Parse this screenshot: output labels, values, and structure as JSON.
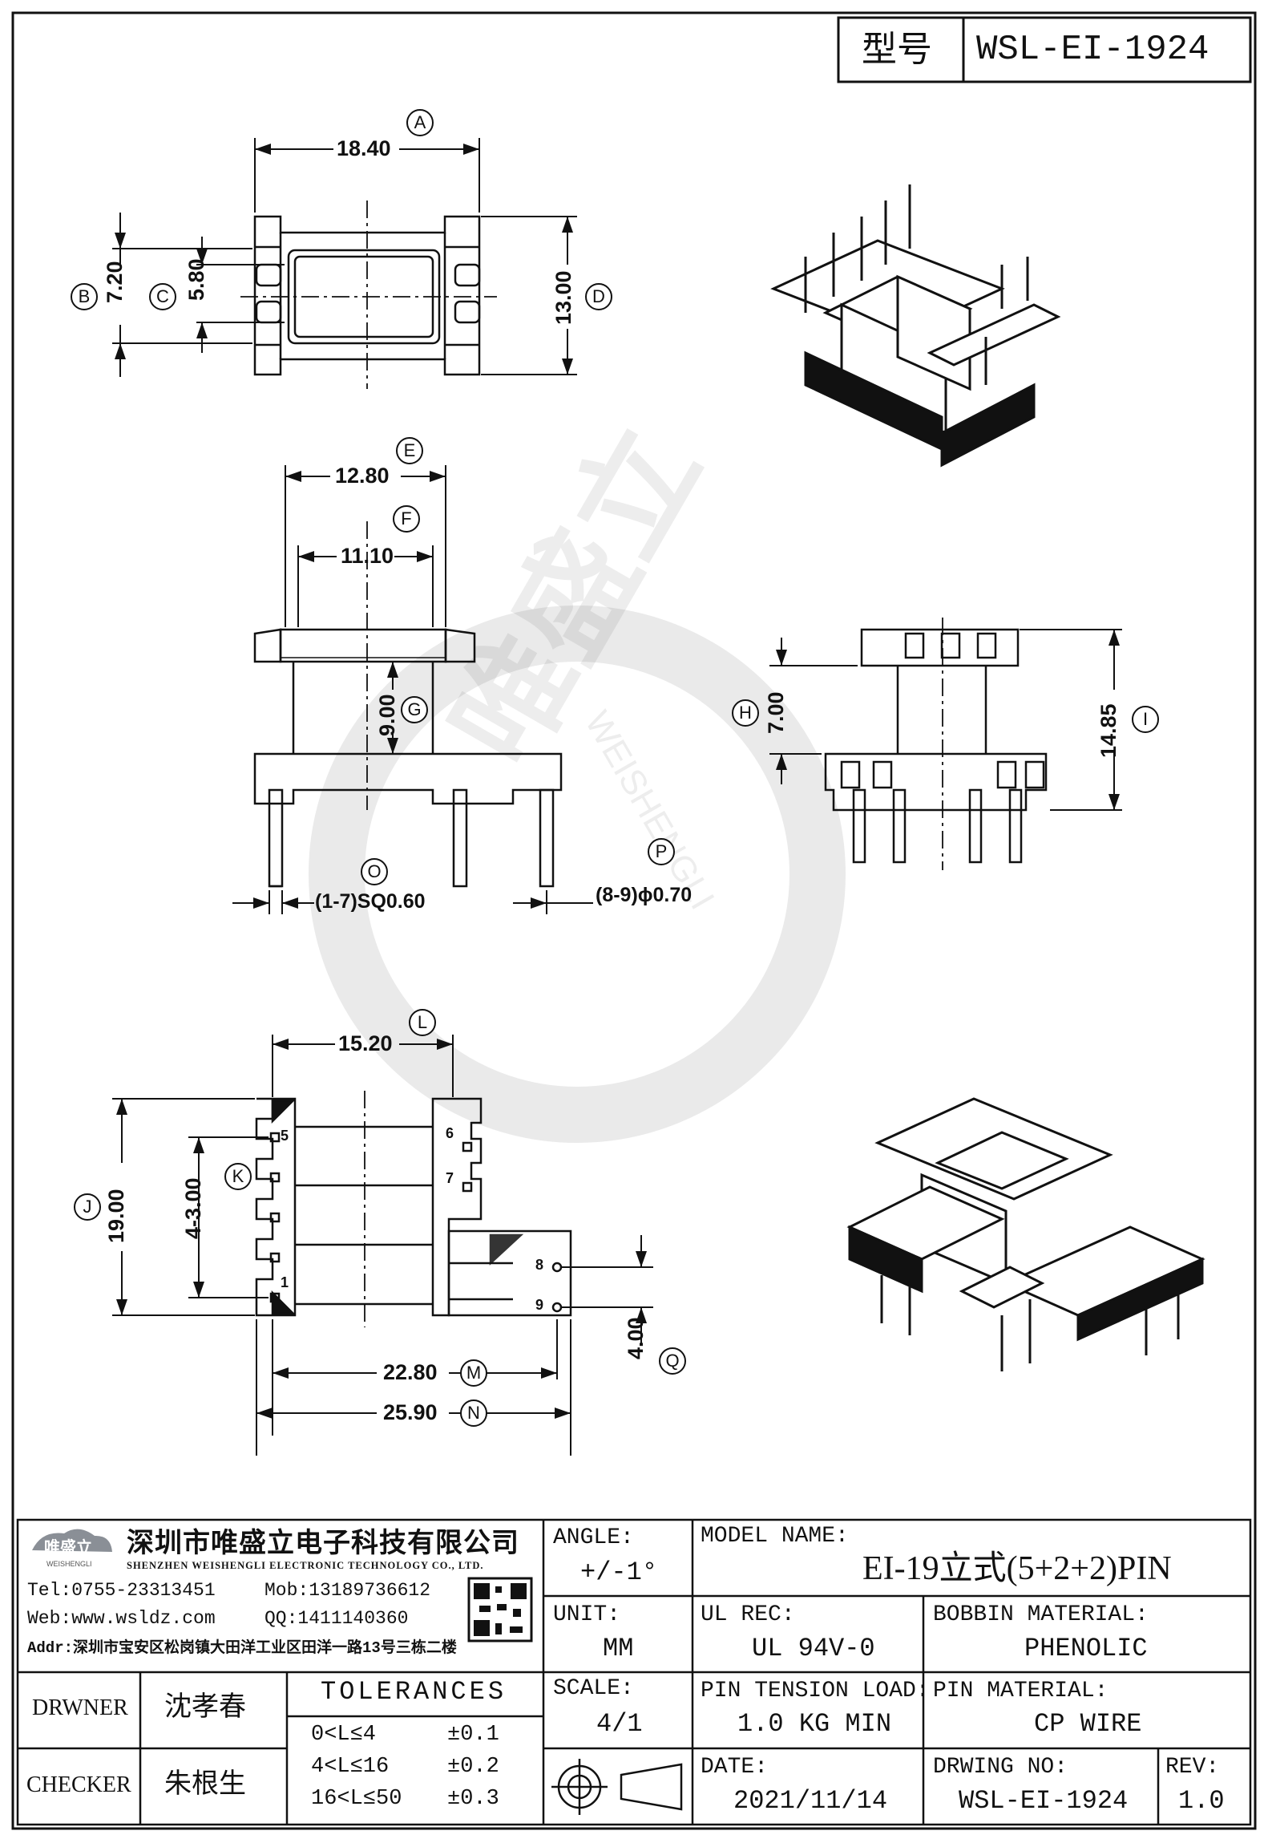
{
  "header": {
    "type_label": "型号",
    "model_code": "WSL-EI-1924"
  },
  "dimensions": {
    "A": "18.40",
    "B": "7.20",
    "C": "5.80",
    "D": "13.00",
    "E": "12.80",
    "F": "11.10",
    "G": "9.00",
    "H": "7.00",
    "I": "14.85",
    "L": "15.20",
    "K": "4-3.00",
    "J": "19.00",
    "M": "22.80",
    "N": "25.90",
    "Q": "4.00",
    "O": "(1-7)SQ0.60",
    "P": "(8-9)ϕ0.70"
  },
  "circle_labels": [
    "A",
    "B",
    "C",
    "D",
    "E",
    "F",
    "G",
    "H",
    "I",
    "J",
    "K",
    "L",
    "M",
    "N",
    "O",
    "P",
    "Q"
  ],
  "pin_numbers": {
    "p1": "1",
    "p5": "5",
    "p6": "6",
    "p7": "7",
    "p8": "8",
    "p9": "9"
  },
  "watermark": {
    "cn": "唯盛立",
    "en": "WEISHENGLI"
  },
  "company": {
    "logo_cn": "唯盛立",
    "logo_en": "WEISHENGLI",
    "name_cn": "深圳市唯盛立电子科技有限公司",
    "name_en": "SHENZHEN WEISHENGLI ELECTRONIC TECHNOLOGY CO., LTD.",
    "tel": "Tel:0755-23313451",
    "mob": "Mob:13189736612",
    "web": "Web:www.wsldz.com",
    "qq": "QQ:1411140360",
    "addr": "Addr:深圳市宝安区松岗镇大田洋工业区田洋一路13号三栋二楼"
  },
  "title_block": {
    "angle_label": "ANGLE:",
    "angle_value": "+/-1°",
    "unit_label": "UNIT:",
    "unit_value": "MM",
    "scale_label": "SCALE:",
    "scale_value": "4/1",
    "model_name_label": "MODEL NAME:",
    "model_name_value": "EI-19立式(5+2+2)PIN",
    "ul_rec_label": "UL REC:",
    "ul_rec_value": "UL 94V-0",
    "bobbin_material_label": "BOBBIN MATERIAL:",
    "bobbin_material_value": "PHENOLIC",
    "pin_tension_label": "PIN TENSION LOAD:",
    "pin_tension_value": "1.0 KG MIN",
    "pin_material_label": "PIN MATERIAL:",
    "pin_material_value": "CP WIRE",
    "date_label": "DATE:",
    "date_value": "2021/11/14",
    "drwing_no_label": "DRWING NO:",
    "drwing_no_value": "WSL-EI-1924",
    "rev_label": "REV:",
    "rev_value": "1.0",
    "drawer_label": "DRWNER",
    "drawer_name": "沈孝春",
    "checker_label": "CHECKER",
    "checker_name": "朱根生",
    "tolerances_title": "TOLERANCES",
    "tolerances": [
      {
        "range": "0<L≤4",
        "tol": "±0.1"
      },
      {
        "range": "4<L≤16",
        "tol": "±0.2"
      },
      {
        "range": "16<L≤50",
        "tol": "±0.3"
      }
    ]
  }
}
